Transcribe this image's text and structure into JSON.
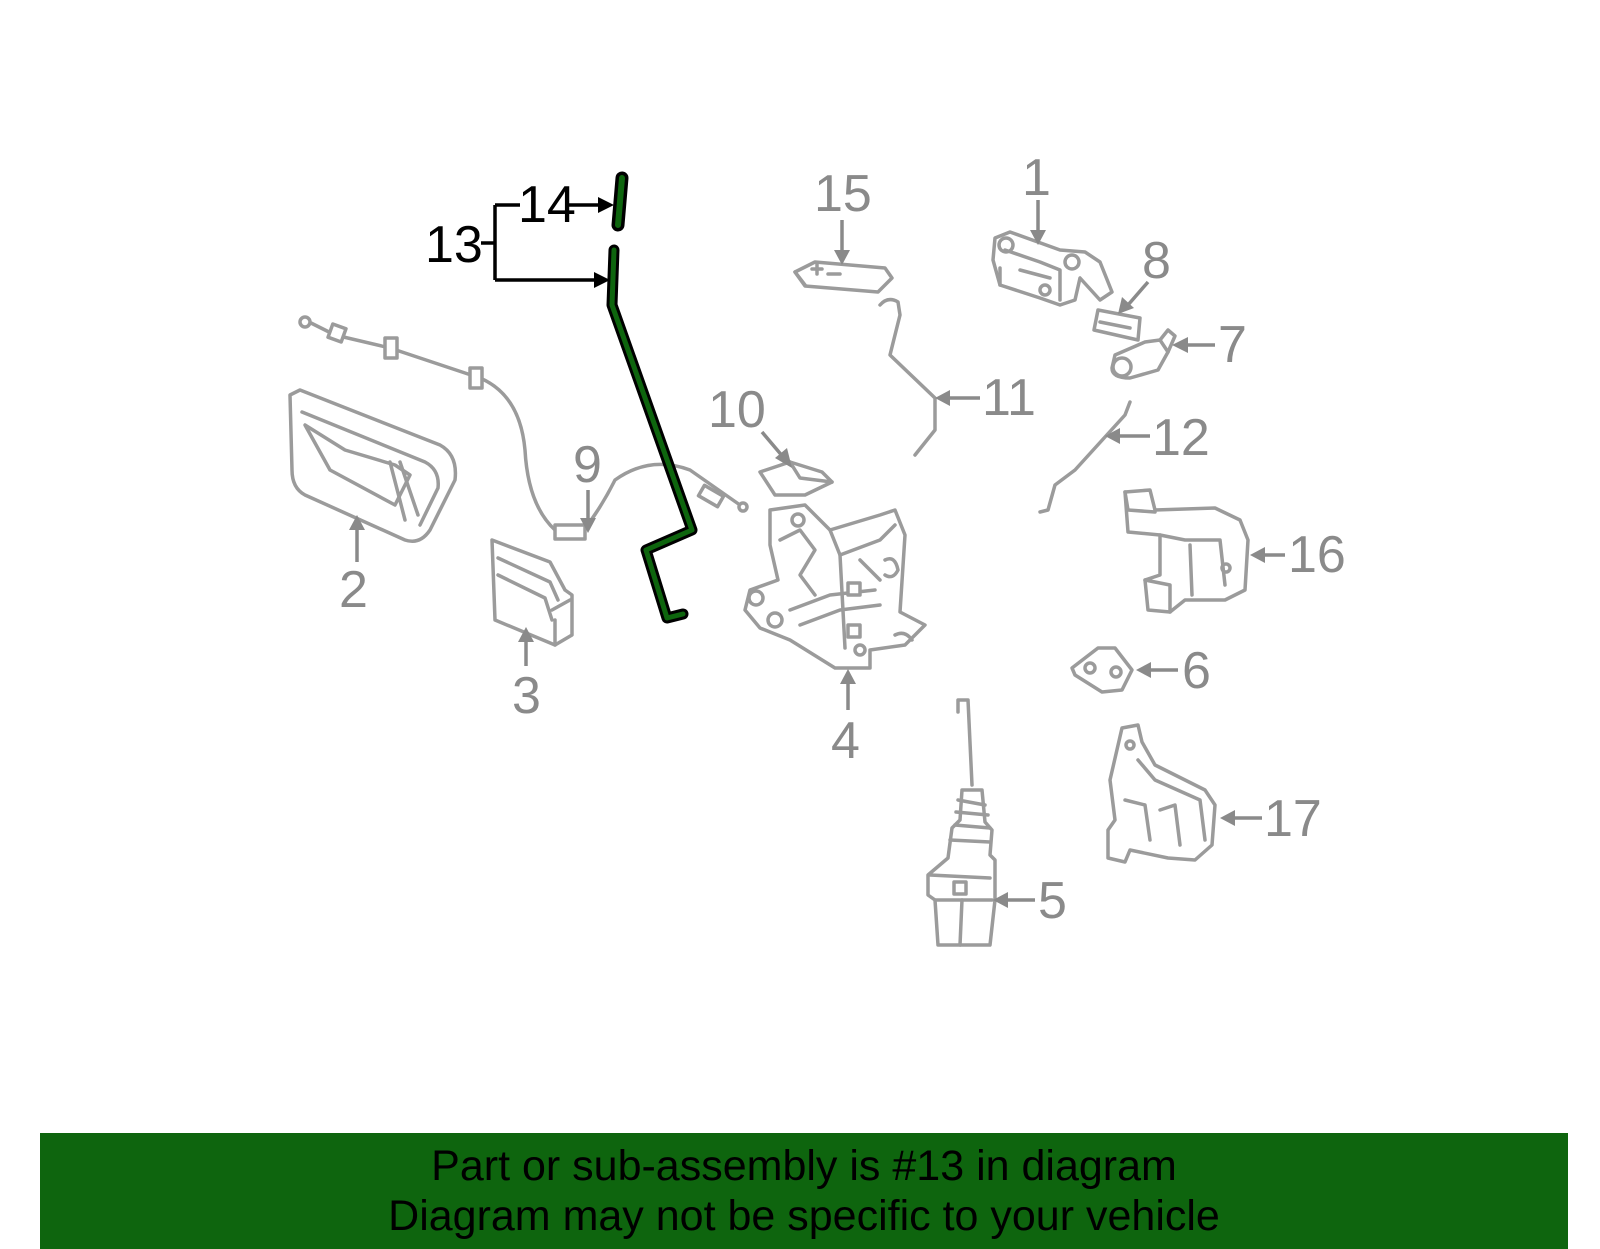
{
  "labels": {
    "p1": "1",
    "p2": "2",
    "p3": "3",
    "p4": "4",
    "p5": "5",
    "p6": "6",
    "p7": "7",
    "p8": "8",
    "p9": "9",
    "p10": "10",
    "p11": "11",
    "p12": "12",
    "p13": "13",
    "p14": "14",
    "p15": "15",
    "p16": "16",
    "p17": "17"
  },
  "highlight_color": "#0e650e",
  "banner": {
    "line1": "Part or sub-assembly is #13 in diagram",
    "line2": "Diagram may not be specific to your vehicle"
  }
}
